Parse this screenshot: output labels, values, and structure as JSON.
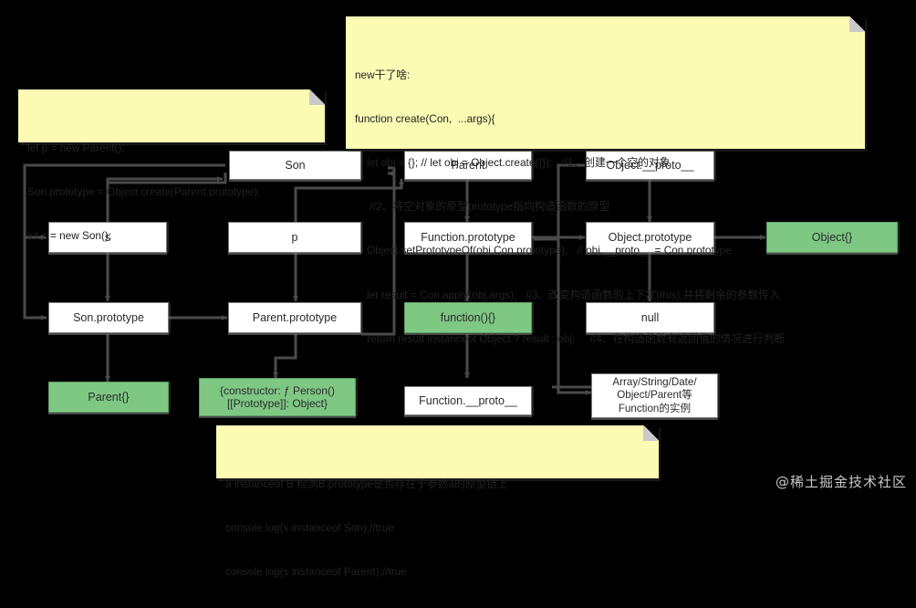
{
  "canvas": {
    "background": "#000000",
    "node_fill": "#ffffff",
    "node_green_fill": "#7ec884",
    "note_fill": "#fcfbb4",
    "wire_color": "#4a4a4a"
  },
  "notes": [
    {
      "id": "note-new-explain",
      "lines": [
        "new干了啥:",
        "function create(Con,  ...args){",
        "    let obj = {}; // let obj = Object.create({});   //1、创建一个空的对象",
        "     //2、将空对象的原型prototype指向构造函数的原型",
        "    Object.setPrototypeOf(obj,Con.prototype);   // obj.__proto__ = Con.prototype",
        "    let result = Con.apply(obj,args);   //3、改变构造函数的上下文(this),并将剩余的参数传入",
        "    return result instanceof Object ? result : obj;     //4、在构造函数有返回值的情况进行判断",
        "}"
      ]
    },
    {
      "id": "note-code-left",
      "lines": [
        "let p = new Parent();",
        "Son.prototype = Object.create(Parent.prototype);",
        "let s = new Son();"
      ]
    },
    {
      "id": "note-instanceof",
      "lines": [
        "a instanceof B 检测B.prototype是否存在于参数a的原型链上",
        "console.log(s instanceof Son);//true",
        "console.log(s instanceof Parent);//true"
      ]
    }
  ],
  "nodes": [
    {
      "id": "node-son",
      "label": "Son",
      "green": false
    },
    {
      "id": "node-parent",
      "label": "Parent",
      "green": false
    },
    {
      "id": "node-object-proto",
      "label": "Object.__proto__",
      "green": false
    },
    {
      "id": "node-s",
      "label": "s",
      "green": false
    },
    {
      "id": "node-p",
      "label": "p",
      "green": false
    },
    {
      "id": "node-function-prototype",
      "label": "Function.prototype",
      "green": false
    },
    {
      "id": "node-object-prototype",
      "label": "Object.prototype",
      "green": false
    },
    {
      "id": "node-object-literal",
      "label": "Object{}",
      "green": true
    },
    {
      "id": "node-son-prototype",
      "label": "Son.prototype",
      "green": false
    },
    {
      "id": "node-parent-prototype",
      "label": "Parent.prototype",
      "green": false
    },
    {
      "id": "node-function-literal",
      "label": "function(){}",
      "green": true
    },
    {
      "id": "node-null",
      "label": "null",
      "green": false
    },
    {
      "id": "node-parent-literal",
      "label": "Parent{}",
      "green": true
    },
    {
      "id": "node-constructor-obj",
      "line1": "{constructor: ƒ Person()",
      "line2": "[[Prototype]]: Object}",
      "green": true
    },
    {
      "id": "node-function-dunder",
      "label": "Function.__proto__",
      "green": false
    },
    {
      "id": "node-function-instances",
      "line1": "Array/String/Date/",
      "line2": "Object/Parent等",
      "line3": "Function的实例",
      "green": false
    }
  ],
  "watermark": {
    "text": "@稀土掘金技术社区"
  }
}
